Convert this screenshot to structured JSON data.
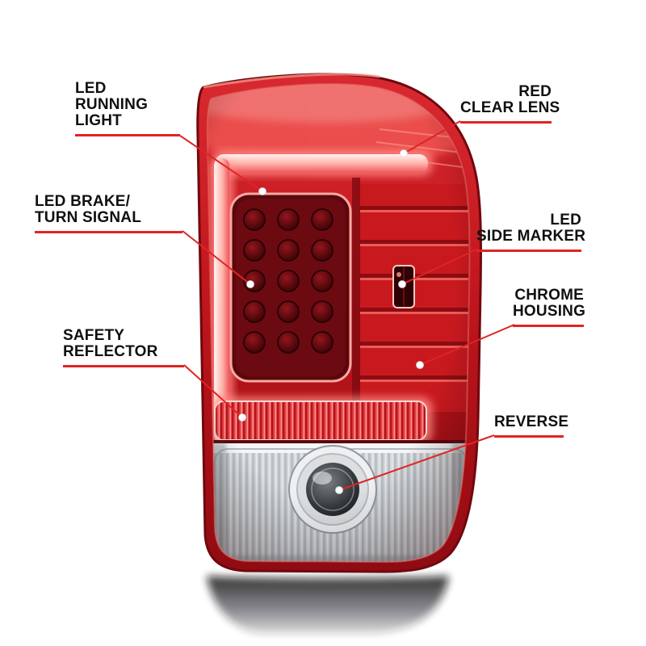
{
  "figure": {
    "subject": "LED tail light assembly labeled diagram",
    "background_color": "#ffffff"
  },
  "annotations": {
    "accent_color": "#e02424",
    "dot_color": "#ffffff",
    "text_color": "#101010",
    "labels": [
      {
        "name": "led-running-light",
        "lines": [
          "LED",
          "RUNNING",
          "LIGHT"
        ]
      },
      {
        "name": "red-clear-lens",
        "lines": [
          "RED",
          "CLEAR LENS"
        ]
      },
      {
        "name": "led-brake-turn-signal",
        "lines": [
          "LED BRAKE/",
          "TURN SIGNAL"
        ]
      },
      {
        "name": "led-side-marker",
        "lines": [
          "LED",
          "SIDE MARKER"
        ]
      },
      {
        "name": "chrome-housing",
        "lines": [
          "CHROME",
          "HOUSING"
        ]
      },
      {
        "name": "safety-reflector",
        "lines": [
          "SAFETY",
          "REFLECTOR"
        ]
      },
      {
        "name": "reverse",
        "lines": [
          "REVERSE"
        ]
      }
    ]
  }
}
